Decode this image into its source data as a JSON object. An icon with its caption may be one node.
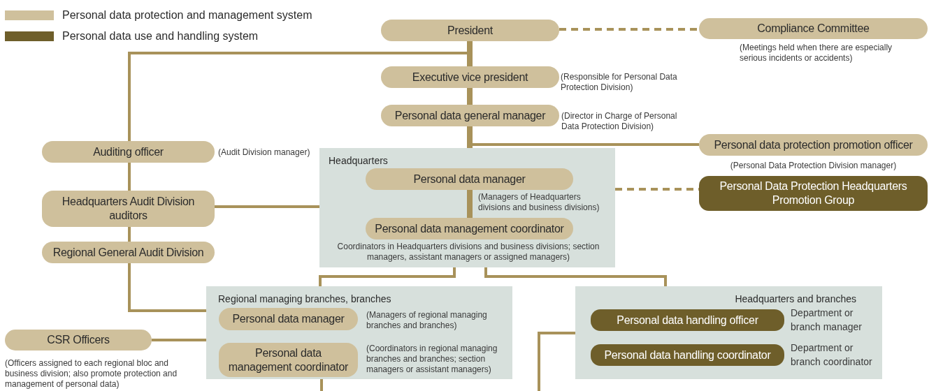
{
  "diagram": {
    "nodes": [
      {
        "text": [
          "President"
        ]
      },
      {
        "text": [
          "Compliance Committee"
        ],
        "beside": [
          "(Meetings held when there are especially serious incidents or accidents)"
        ]
      },
      {
        "text": [
          "Executive vice president"
        ],
        "beside": [
          "(Responsible for Personal Data Protection Division)"
        ]
      },
      {
        "text": [
          "Personal data general manager"
        ],
        "beside": [
          "(Director in Charge of Personal Data Protection Division)"
        ]
      },
      {
        "text": [
          "Personal data protection promotion officer"
        ],
        "beside": [
          "(Personal Data Protection Division manager)"
        ]
      },
      {
        "text": [
          "Auditing officer"
        ],
        "beside": [
          "(Audit Division manager)"
        ]
      },
      {
        "text": [
          "Headquarters Audit Division auditors"
        ]
      },
      {
        "text": [
          "Regional General Audit Division"
        ]
      },
      {
        "text": [
          "Headquarters"
        ]
      },
      {
        "text": [
          "Personal data manager"
        ],
        "in": 8,
        "beside": [
          "(Managers of Headquarters divisions and business divisions)"
        ]
      },
      {
        "text": [
          "Personal data management coordinator"
        ],
        "in": 8,
        "beside": [
          "Coordinators in Headquarters divisions and business divisions; section managers, assistant managers or assigned managers)"
        ]
      },
      {
        "text": [
          "Personal Data Protection Headquarters Promotion Group"
        ]
      },
      {
        "text": [
          "Regional managing branches, branches"
        ]
      },
      {
        "text": [
          "Personal data manager"
        ],
        "in": 12,
        "beside": [
          "(Managers of regional managing branches and branches)"
        ]
      },
      {
        "text": [
          "Personal data management coordinator"
        ],
        "in": 12,
        "beside": [
          "(Coordinators in regional managing branches and branches; section managers or assistant managers)"
        ]
      },
      {
        "text": [
          "Headquarters and branches"
        ]
      },
      {
        "text": [
          "Personal data handling officer"
        ],
        "in": 15,
        "beside": [
          "Department or branch manager"
        ]
      },
      {
        "text": [
          "Personal data handling coordinator"
        ],
        "in": 15,
        "beside": [
          "Department or branch coordinator"
        ]
      },
      {
        "text": [
          "CSR Officers"
        ],
        "beside": [
          "(Officers assigned to each regional bloc and business division; also promote protection and management of personal data)"
        ]
      }
    ],
    "edges": [
      {
        "from": 0,
        "to": 2,
        "arrow": "none",
        "style": "thick"
      },
      {
        "from": 2,
        "to": 3,
        "arrow": "none",
        "style": "thick"
      },
      {
        "from": 3,
        "to": 8,
        "arrow": "none",
        "style": "thick"
      },
      {
        "from": 3,
        "to": 4,
        "arrow": "none"
      },
      {
        "from": 0,
        "to": 1,
        "arrow": "none",
        "style": "dashed"
      },
      {
        "from": 0,
        "to": 5,
        "arrow": "none"
      },
      {
        "from": 5,
        "to": 6,
        "arrow": "none"
      },
      {
        "from": 6,
        "to": 7,
        "arrow": "none"
      },
      {
        "from": 6,
        "to": 8,
        "arrow": "none"
      },
      {
        "from": 7,
        "to": 12,
        "arrow": "none"
      },
      {
        "from": 9,
        "to": 10,
        "arrow": "none",
        "style": "thick"
      },
      {
        "from": 8,
        "to": 11,
        "arrow": "none",
        "style": "dashed"
      },
      {
        "from": 8,
        "to": 12,
        "arrow": "none"
      },
      {
        "from": 8,
        "to": 15,
        "arrow": "none"
      },
      {
        "from": 18,
        "to": 12,
        "arrow": "none"
      },
      {
        "from": 12,
        "to": null,
        "arrow": "none"
      },
      {
        "from": 15,
        "to": null,
        "arrow": "none"
      }
    ],
    "legend": [
      {
        "text": "Personal data protection and management system",
        "color": "#cfc09c"
      },
      {
        "text": "Personal data use and handling system",
        "color": "#6e5e2a"
      }
    ]
  }
}
